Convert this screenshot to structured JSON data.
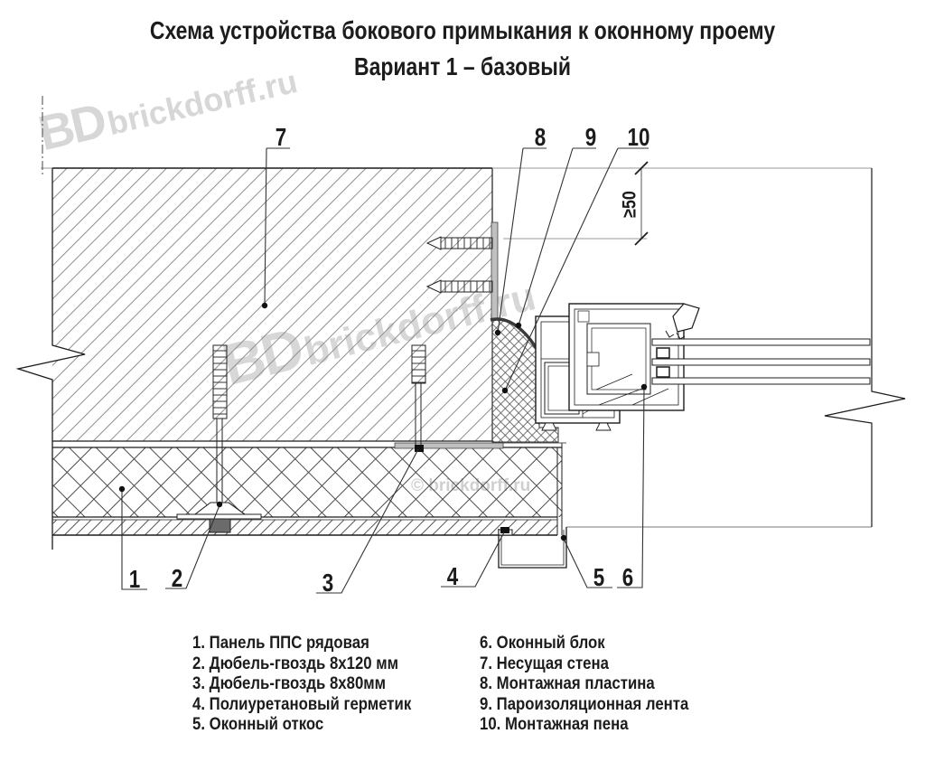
{
  "title": {
    "line1": "Схема устройства бокового примыкания к оконному проему",
    "line2": "Вариант 1 – базовый"
  },
  "watermark": {
    "logo": "BD",
    "site": "brickdorff.ru",
    "copyright": "© brickdorff.ru"
  },
  "drawing": {
    "dimension_label": "≥50",
    "callouts": [
      "1",
      "2",
      "3",
      "4",
      "5",
      "6",
      "7",
      "8",
      "9",
      "10"
    ]
  },
  "legend": {
    "left": [
      "1. Панель ППС рядовая",
      "2. Дюбель-гвоздь 8х120 мм",
      "3. Дюбель-гвоздь 8х80мм",
      "4. Полиуретановый герметик",
      "5. Оконный откос"
    ],
    "right": [
      "6. Оконный блок",
      "7. Несущая стена",
      "8. Монтажная пластина",
      "9. Пароизоляционная лента",
      "10. Монтажная пена"
    ]
  },
  "colors": {
    "line": "#1c1c1c",
    "hatch_wall": "#8a8a8a",
    "watermark": "#d7d7d7",
    "plate": "#c0c0c0"
  }
}
